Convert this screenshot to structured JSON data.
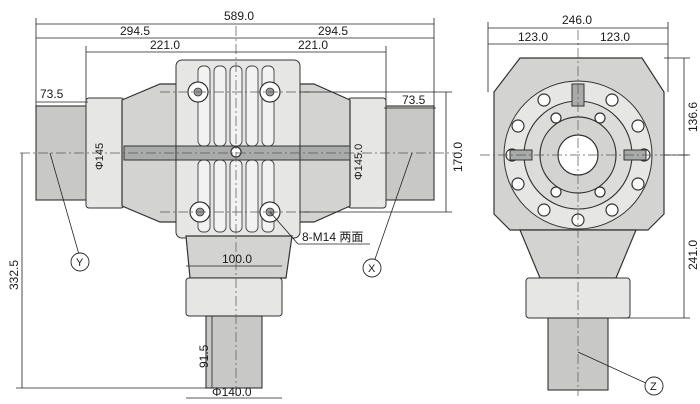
{
  "dimensions": {
    "overall_width": "589.0",
    "half_width_left": "294.5",
    "half_width_right": "294.5",
    "flange_left": "221.0",
    "flange_right": "221.0",
    "shaft_left": "73.5",
    "shaft_right": "73.5",
    "dia_left": "Φ145",
    "dia_right": "Φ145.0",
    "height_right": "170.0",
    "bolts": "8-M14 两面",
    "base_width": "100.0",
    "height_left": "332.5",
    "shaft_bottom": "91.5",
    "dia_bottom": "Φ140.0",
    "side_width": "246.0",
    "side_half_left": "123.0",
    "side_half_right": "123.0",
    "side_height_top": "136.6",
    "side_height_total": "241.0"
  },
  "views": {
    "label_y": "Y",
    "label_x": "X",
    "label_z": "Z"
  }
}
